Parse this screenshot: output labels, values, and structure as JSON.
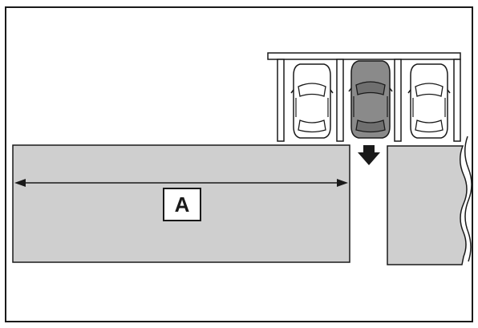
{
  "diagram": {
    "label": "A",
    "colors": {
      "road_fill": "#cfcfcf",
      "outline": "#1a1a1a",
      "car_light": "#ffffff",
      "car_dark": "#8a8a8a",
      "arrow": "#1a1a1a"
    },
    "parking_spaces": [
      {
        "car": "light-car"
      },
      {
        "car": "highlighted-car"
      },
      {
        "car": "light-car"
      }
    ],
    "icons": [
      "down-arrow-icon",
      "width-arrow-icon",
      "wavy-break-icon"
    ]
  }
}
